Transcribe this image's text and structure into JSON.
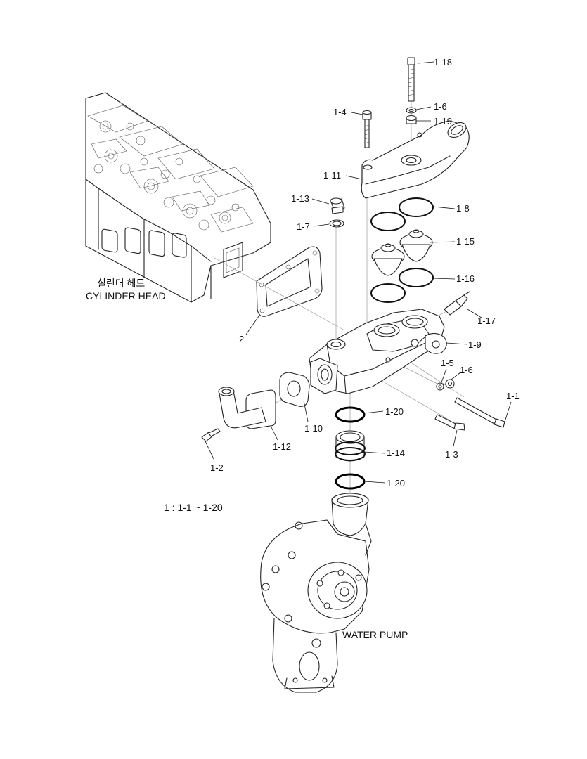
{
  "labels": {
    "cylinder_head_ko": "실린더 헤드",
    "cylinder_head_en": "CYLINDER HEAD",
    "water_pump": "WATER PUMP",
    "assembly_note": "1 : 1-1 ~ 1-20"
  },
  "callouts": [
    {
      "id": "c-1-18",
      "text": "1-18"
    },
    {
      "id": "c-1-4",
      "text": "1-4"
    },
    {
      "id": "c-1-6a",
      "text": "1-6"
    },
    {
      "id": "c-1-19",
      "text": "1-19"
    },
    {
      "id": "c-1-11",
      "text": "1-11"
    },
    {
      "id": "c-1-13",
      "text": "1-13"
    },
    {
      "id": "c-1-8",
      "text": "1-8"
    },
    {
      "id": "c-1-7",
      "text": "1-7"
    },
    {
      "id": "c-1-15",
      "text": "1-15"
    },
    {
      "id": "c-1-16",
      "text": "1-16"
    },
    {
      "id": "c-1-17",
      "text": "1-17"
    },
    {
      "id": "c-2",
      "text": "2"
    },
    {
      "id": "c-1-9",
      "text": "1-9"
    },
    {
      "id": "c-1-5",
      "text": "1-5"
    },
    {
      "id": "c-1-6b",
      "text": "1-6"
    },
    {
      "id": "c-1-1",
      "text": "1-1"
    },
    {
      "id": "c-1-20a",
      "text": "1-20"
    },
    {
      "id": "c-1-10",
      "text": "1-10"
    },
    {
      "id": "c-1-12",
      "text": "1-12"
    },
    {
      "id": "c-1-14",
      "text": "1-14"
    },
    {
      "id": "c-1-3",
      "text": "1-3"
    },
    {
      "id": "c-1-2",
      "text": "1-2"
    },
    {
      "id": "c-1-20b",
      "text": "1-20"
    }
  ]
}
